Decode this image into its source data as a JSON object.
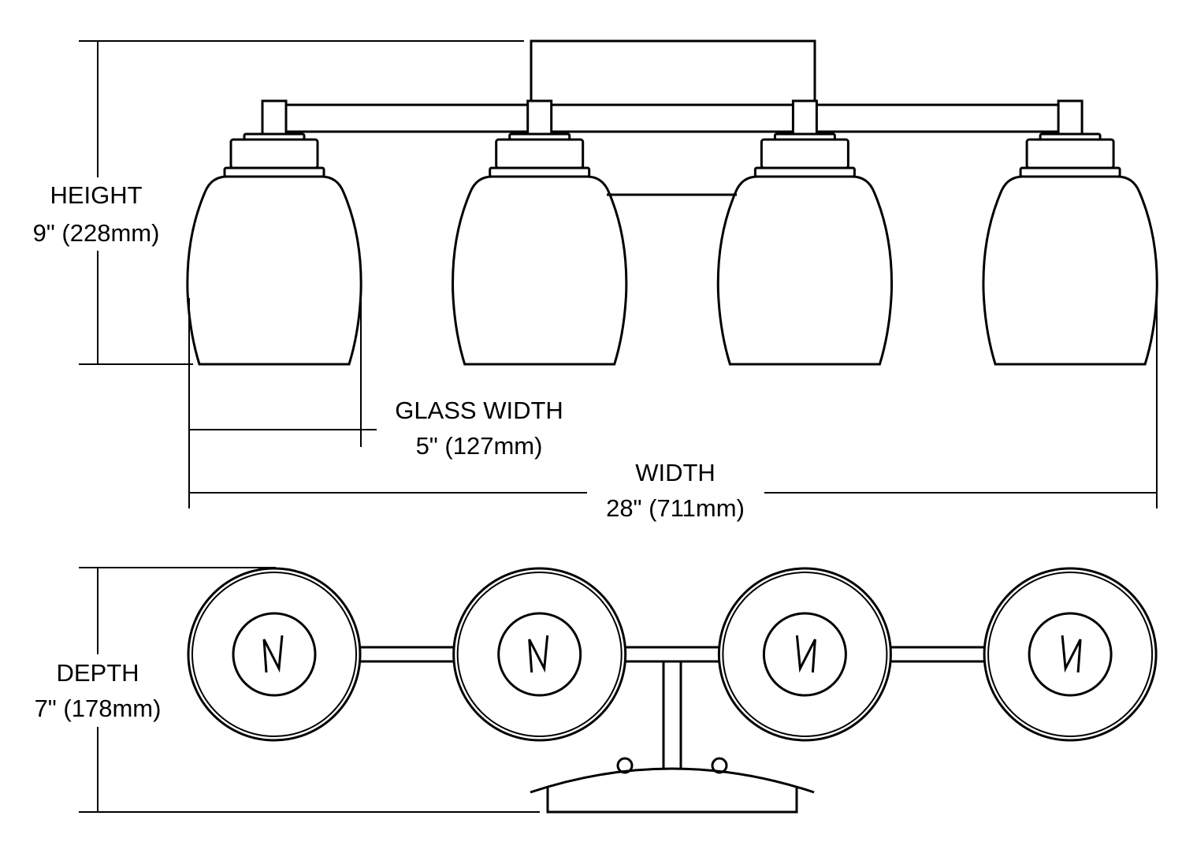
{
  "diagram": {
    "title": "Four-light vanity fixture dimensions",
    "line_color": "#000000",
    "background": "#ffffff",
    "light_count": 4,
    "dimensions": {
      "height": {
        "label": "HEIGHT",
        "value": "9\" (228mm)"
      },
      "glass_width": {
        "label": "GLASS WIDTH",
        "value": "5\" (127mm)"
      },
      "width": {
        "label": "WIDTH",
        "value": "28\" (711mm)"
      },
      "depth": {
        "label": "DEPTH",
        "value": "7\" (178mm)"
      }
    }
  }
}
